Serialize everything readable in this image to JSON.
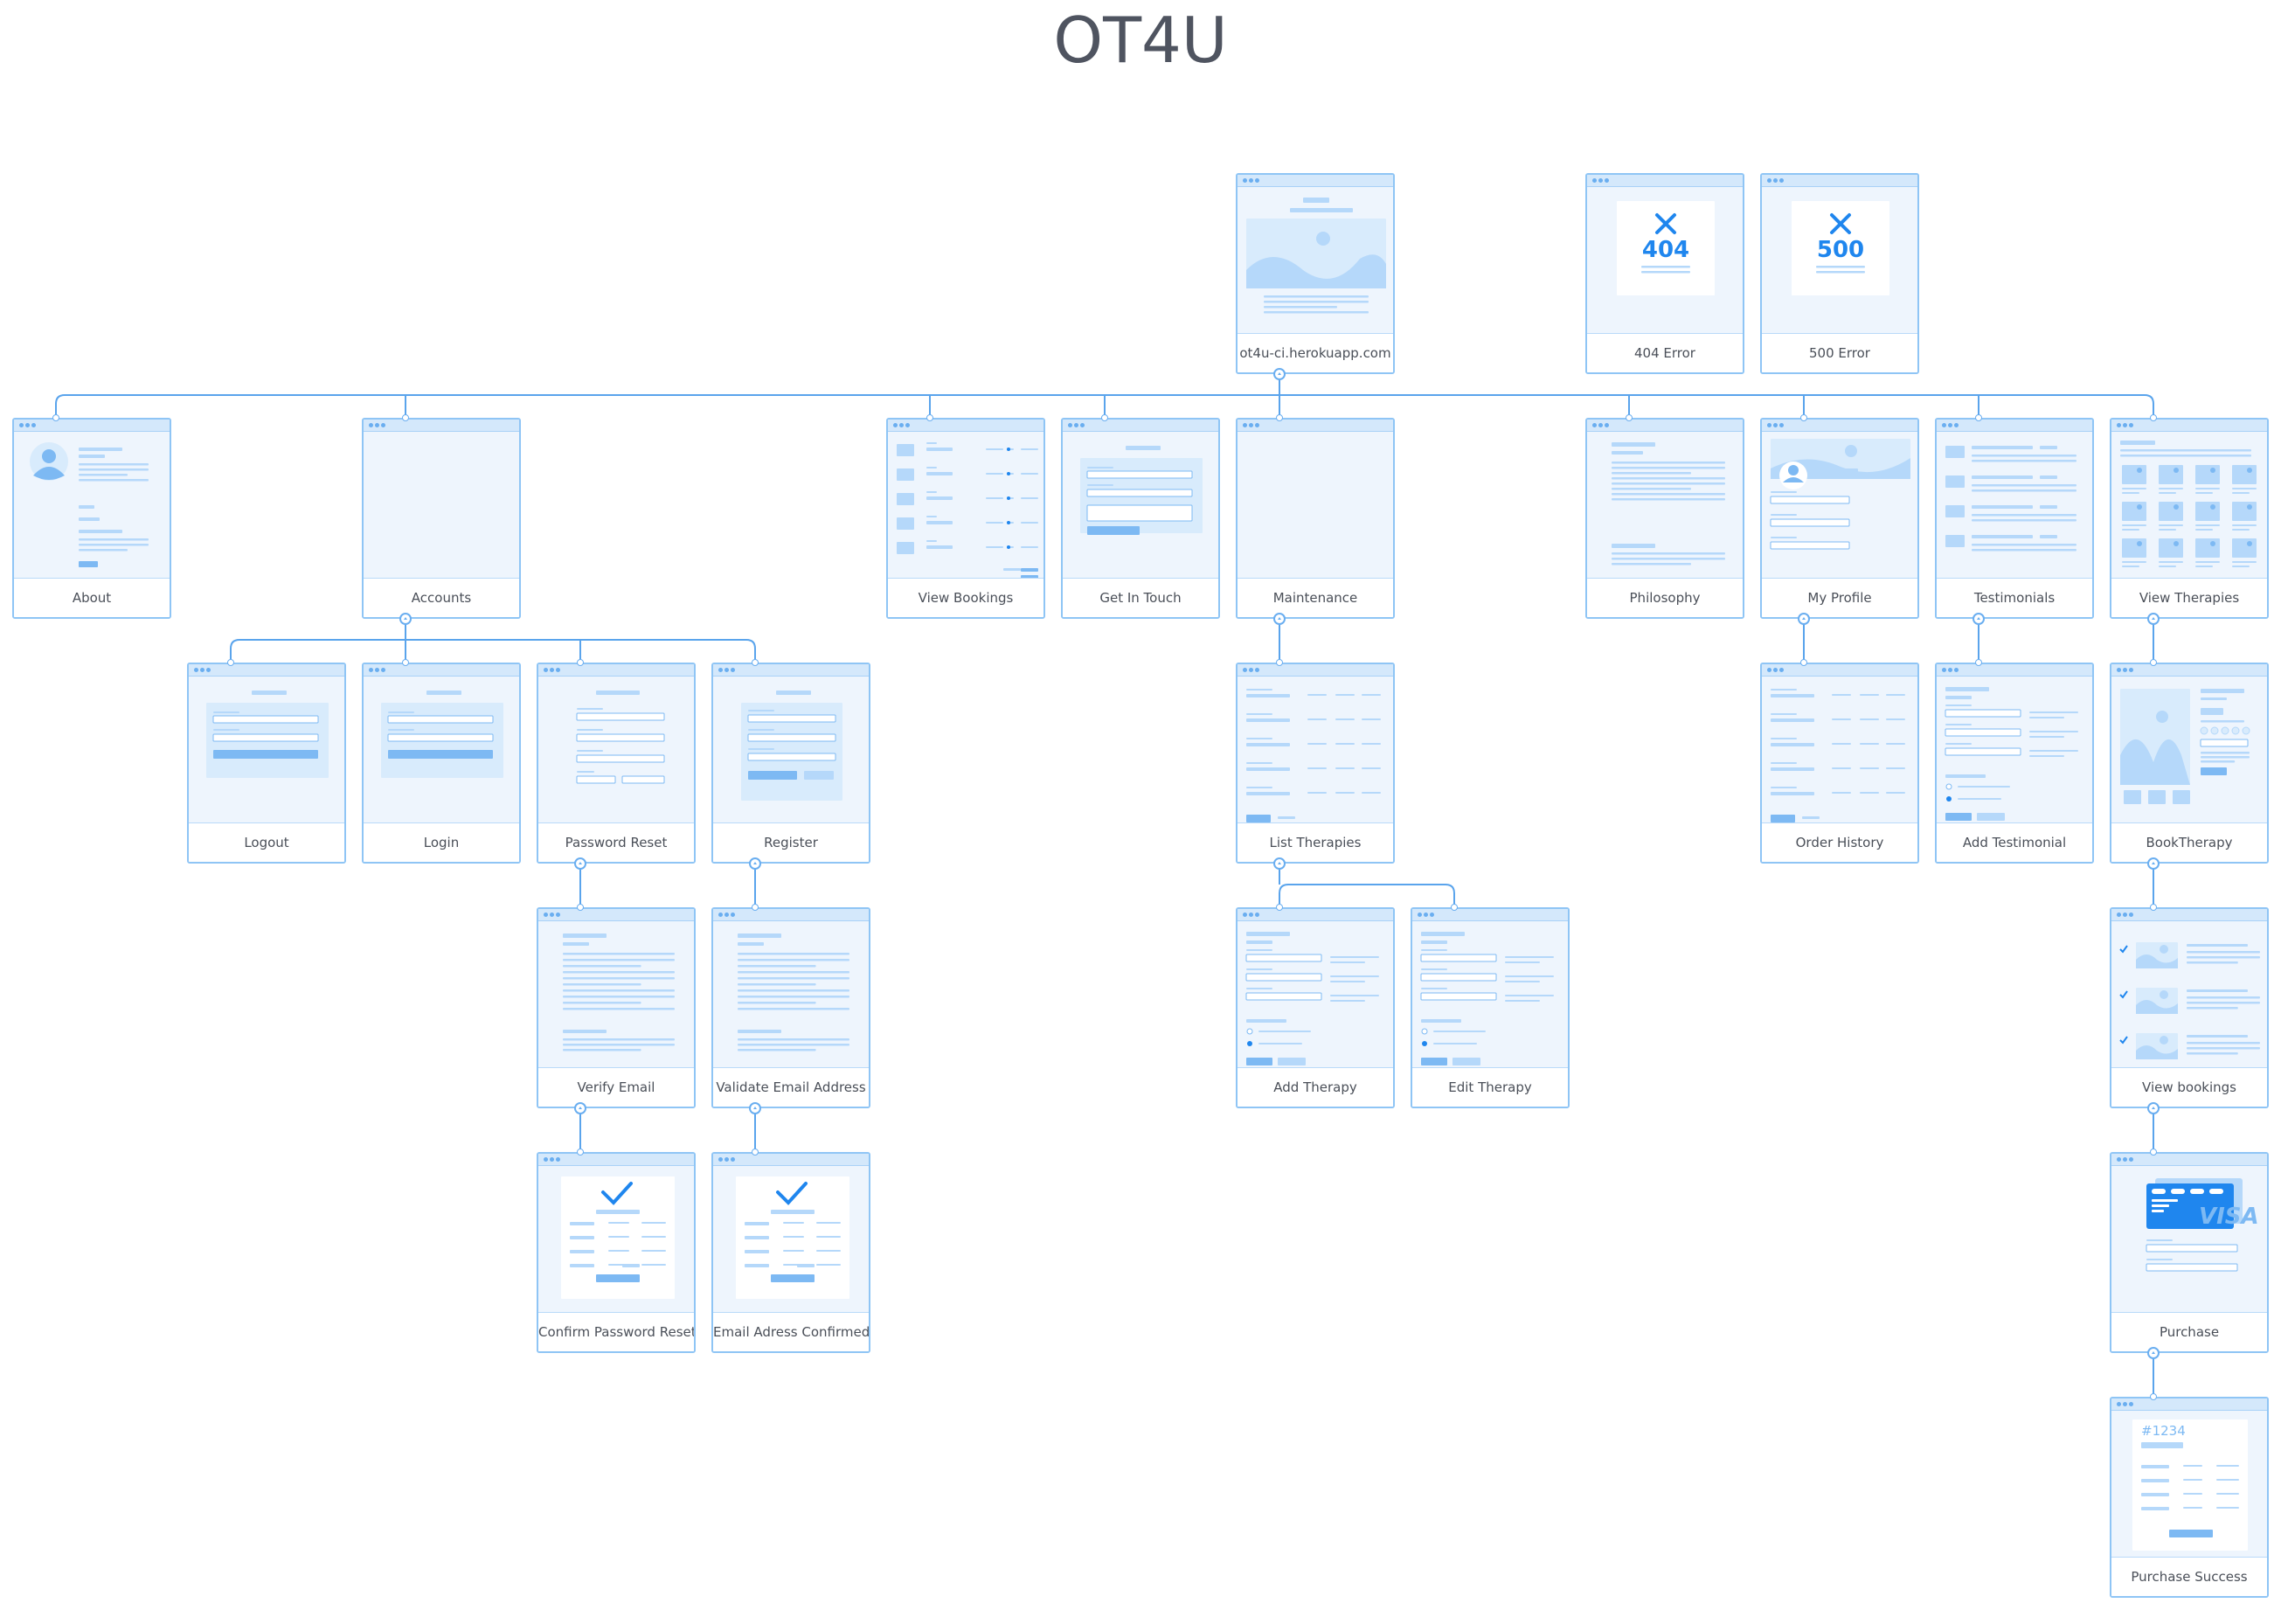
{
  "title": "OT4U",
  "pages": {
    "home": {
      "label": "ot4u-ci.herokuapp.com",
      "parent": null
    },
    "e404": {
      "label": "404 Error",
      "parent": null,
      "code": "404"
    },
    "e500": {
      "label": "500 Error",
      "parent": null,
      "code": "500"
    },
    "about": {
      "label": "About",
      "parent": "home"
    },
    "accounts": {
      "label": "Accounts",
      "parent": "home"
    },
    "viewbookings": {
      "label": "View Bookings",
      "parent": "home"
    },
    "getintouch": {
      "label": "Get In Touch",
      "parent": "home"
    },
    "maintenance": {
      "label": "Maintenance",
      "parent": "home"
    },
    "philosophy": {
      "label": "Philosophy",
      "parent": "home"
    },
    "myprofile": {
      "label": "My Profile",
      "parent": "home"
    },
    "testimonials": {
      "label": "Testimonials",
      "parent": "home"
    },
    "viewtherapies": {
      "label": "View Therapies",
      "parent": "home"
    },
    "logout": {
      "label": "Logout",
      "parent": "accounts"
    },
    "login": {
      "label": "Login",
      "parent": "accounts"
    },
    "passwordreset": {
      "label": "Password Reset",
      "parent": "accounts"
    },
    "register": {
      "label": "Register",
      "parent": "accounts"
    },
    "listtherapies": {
      "label": "List Therapies",
      "parent": "maintenance"
    },
    "orderhistory": {
      "label": "Order History",
      "parent": "myprofile"
    },
    "addtestimonial": {
      "label": "Add Testimonial",
      "parent": "testimonials"
    },
    "booktherapy": {
      "label": "BookTherapy",
      "parent": "viewtherapies"
    },
    "verifyemail": {
      "label": "Verify Email",
      "parent": "passwordreset"
    },
    "validateemail": {
      "label": "Validate Email Address",
      "parent": "register"
    },
    "addtherapy": {
      "label": "Add Therapy",
      "parent": "listtherapies"
    },
    "edittherapy": {
      "label": "Edit Therapy",
      "parent": "listtherapies"
    },
    "viewbookings2": {
      "label": "View bookings",
      "parent": "booktherapy"
    },
    "confirmpw": {
      "label": "Confirm Password Reset",
      "parent": "verifyemail"
    },
    "emailconfirmed": {
      "label": "Email Adress Confirmed",
      "parent": "validateemail"
    },
    "purchase": {
      "label": "Purchase",
      "parent": "viewbookings2",
      "card_text": "VISA"
    },
    "purchasesuccess": {
      "label": "Purchase Success",
      "parent": "purchase",
      "order_no": "#1234"
    }
  },
  "colors": {
    "line": "#5aa4ec",
    "border": "#8fc5f5",
    "fill_light": "#eef5fd",
    "fill_mid": "#b5d8fa",
    "fill_dark": "#7db9f3",
    "accent": "#1f86ee",
    "title": "#4f5460"
  }
}
